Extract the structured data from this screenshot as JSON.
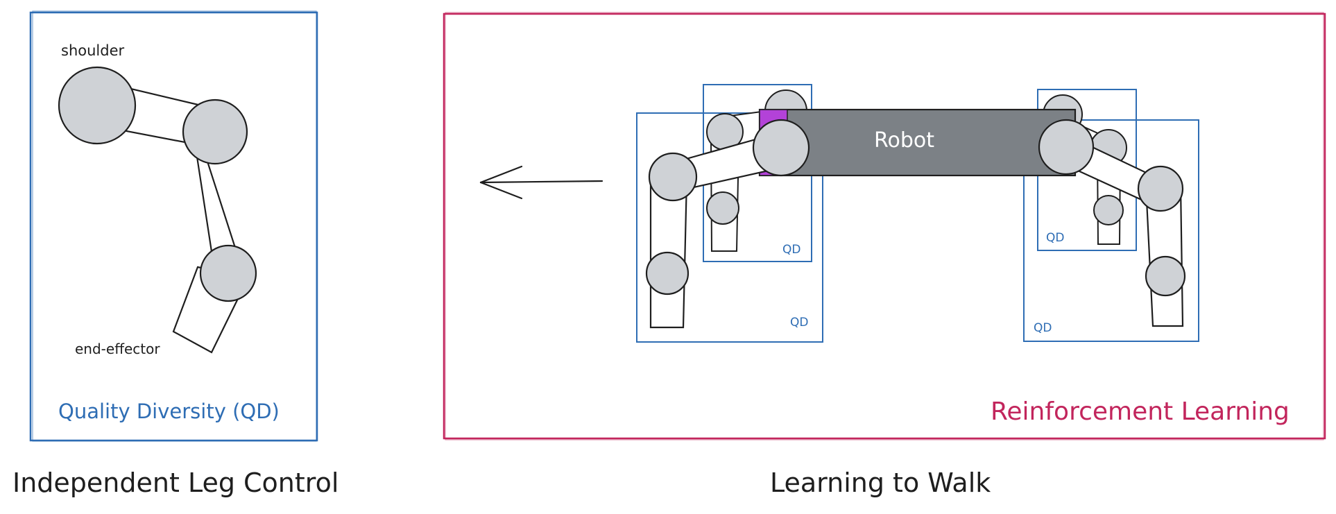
{
  "left_panel": {
    "label_shoulder": "shoulder",
    "label_end_effector": "end-effector",
    "method_label": "Quality Diversity (QD)",
    "caption": "Independent Leg Control"
  },
  "right_panel": {
    "robot_label": "Robot",
    "qd_tags": [
      "QD",
      "QD",
      "QD",
      "QD"
    ],
    "method_label": "Reinforcement Learning",
    "caption": "Learning to Walk"
  },
  "colors": {
    "qd_blue": "#2e6db4",
    "rl_crimson": "#c2255c",
    "joint_fill": "#cfd2d6",
    "robot_body": "#7c8186",
    "shoulder_accent": "#b342d8",
    "ink": "#1e1e1e"
  },
  "icons": {
    "direction": "left-arrow-icon"
  }
}
